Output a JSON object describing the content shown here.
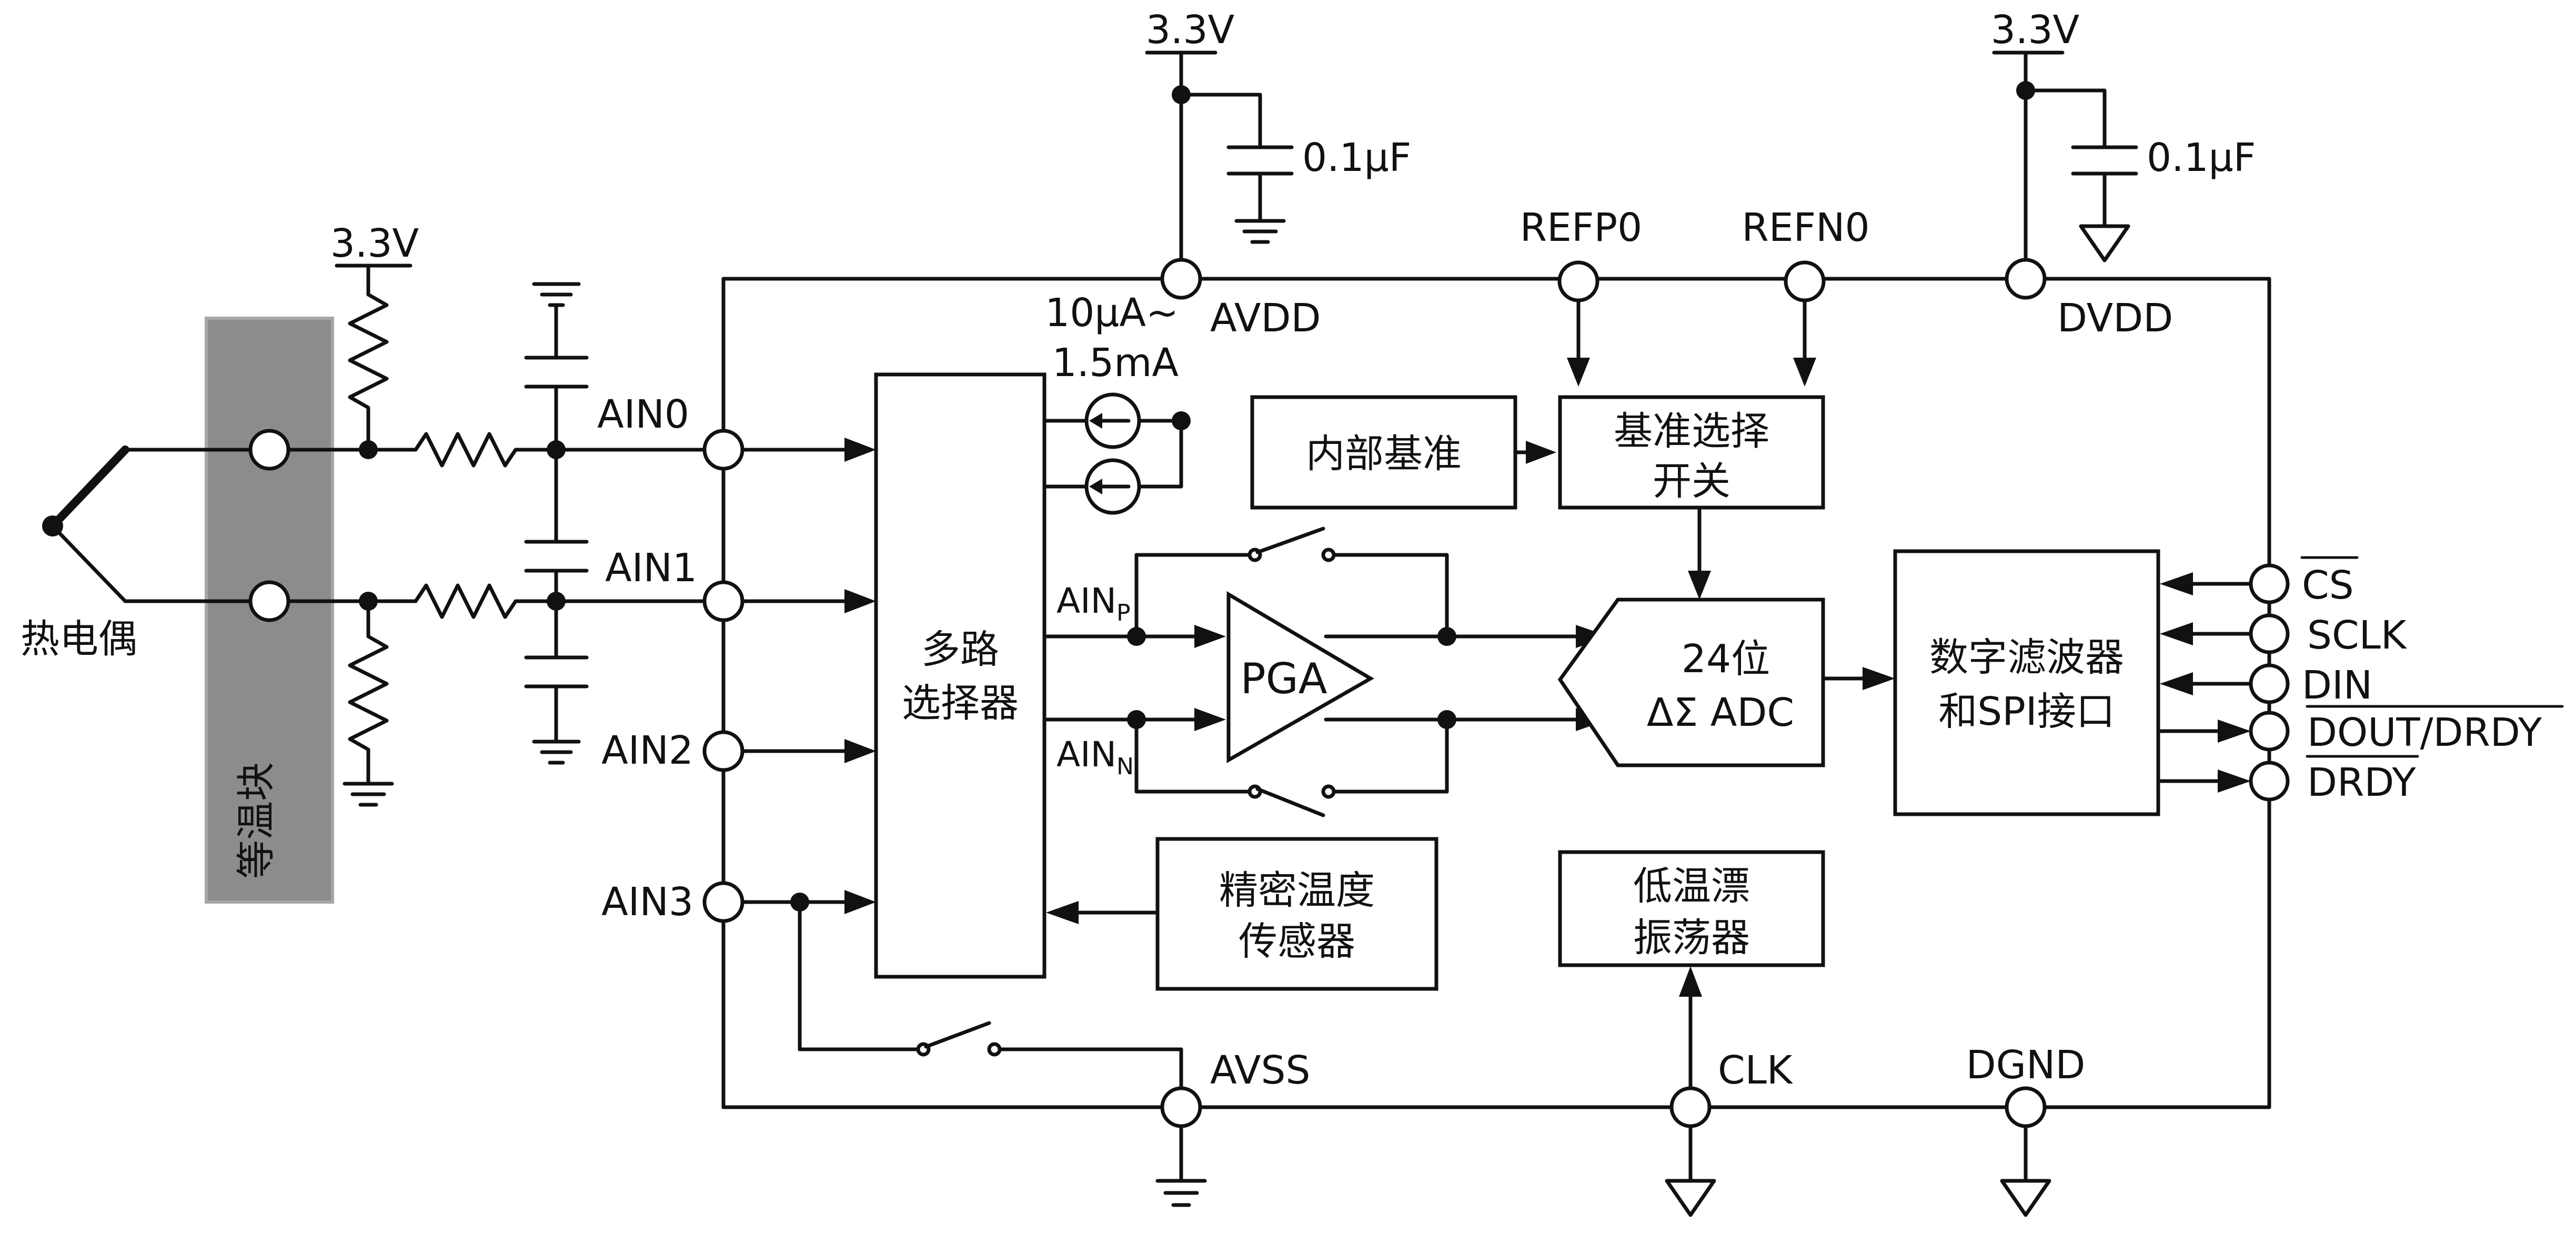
{
  "supply_labels": {
    "avdd_supply": "3.3V",
    "dvdd_supply": "3.3V",
    "bias_supply": "3.3V"
  },
  "capacitors": {
    "avdd_cap": "0.1μF",
    "dvdd_cap": "0.1μF"
  },
  "pins": {
    "avdd": "AVDD",
    "dvdd": "DVDD",
    "refp0": "REFP0",
    "refn0": "REFN0",
    "ain0": "AIN0",
    "ain1": "AIN1",
    "ain2": "AIN2",
    "ain3": "AIN3",
    "avss": "AVSS",
    "clk": "CLK",
    "dgnd": "DGND",
    "cs": "CS",
    "sclk": "SCLK",
    "din": "DIN",
    "dout": "DOUT",
    "drdy_a": "DRDY",
    "drdy": "DRDY",
    "dout_drdy_separator": "/"
  },
  "current_source": {
    "line1": "10μA~",
    "line2": "1.5mA"
  },
  "blocks": {
    "mux": {
      "line1": "多路",
      "line2": "选择器"
    },
    "internal_ref": "内部基准",
    "ref_switch": {
      "line1": "基准选择",
      "line2": "开关"
    },
    "pga": "PGA",
    "adc": {
      "line1": "24位",
      "line2": "ΔΣ ADC"
    },
    "digital_filter": {
      "line1": "数字滤波器",
      "line2": "和SPI接口"
    },
    "temp_sensor": {
      "line1": "精密温度",
      "line2": "传感器"
    },
    "oscillator": {
      "line1": "低温漂",
      "line2": "振荡器"
    }
  },
  "pga_inputs": {
    "ainp": "AIN",
    "ainp_sub": "P",
    "ainn": "AIN",
    "ainn_sub": "N"
  },
  "thermocouple": "热电偶",
  "isothermal_block": "等温块",
  "colors": {
    "isothermal_block_fill": "#8c8c8c",
    "line": "#111111"
  }
}
